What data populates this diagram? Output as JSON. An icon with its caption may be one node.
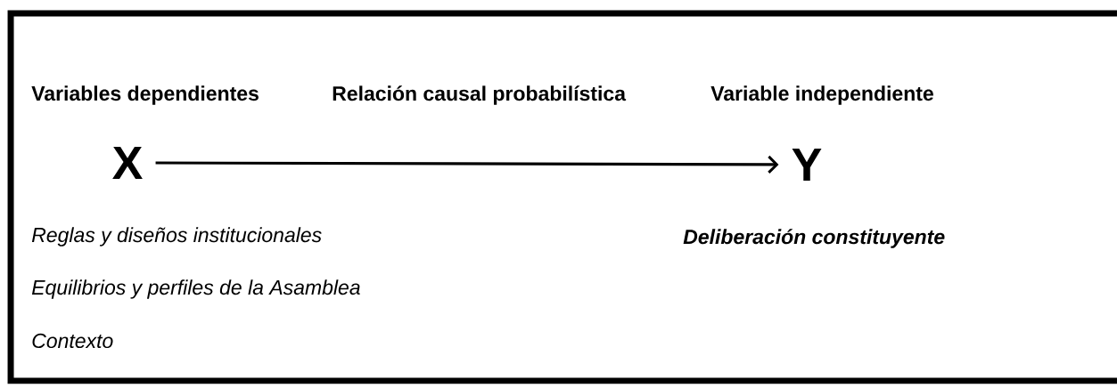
{
  "diagram": {
    "nodes": [
      {
        "text": [
          "X"
        ]
      },
      {
        "text": [
          "Y"
        ]
      }
    ],
    "edges": [
      {
        "from": 0,
        "to": 1,
        "arrow": "to"
      }
    ],
    "labels": [
      "Variables dependientes",
      "Relación causal probabilística",
      "Variable independiente",
      "Reglas y diseños institucionales",
      "Deliberación constituyente",
      "Equilibrios y perfiles de la Asamblea",
      "Contexto"
    ]
  }
}
